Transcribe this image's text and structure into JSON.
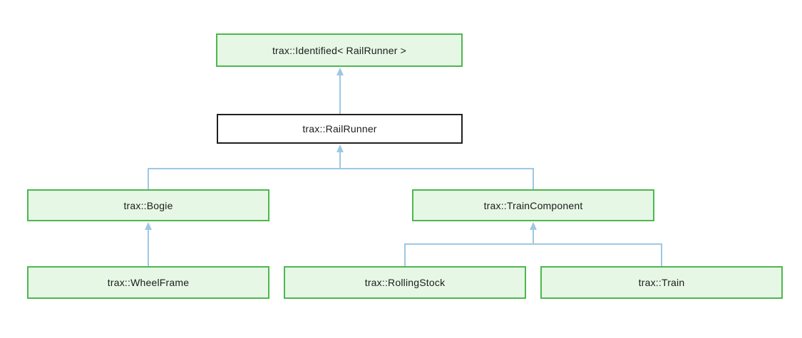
{
  "diagram": {
    "kind": "class-inheritance-graph",
    "nodes": [
      {
        "id": "identified",
        "label": "trax::Identified< RailRunner >",
        "style": "green"
      },
      {
        "id": "railrunner",
        "label": "trax::RailRunner",
        "style": "current"
      },
      {
        "id": "bogie",
        "label": "trax::Bogie",
        "style": "green"
      },
      {
        "id": "traincomponent",
        "label": "trax::TrainComponent",
        "style": "green"
      },
      {
        "id": "wheelframe",
        "label": "trax::WheelFrame",
        "style": "green"
      },
      {
        "id": "rollingstock",
        "label": "trax::RollingStock",
        "style": "green"
      },
      {
        "id": "train",
        "label": "trax::Train",
        "style": "green"
      }
    ],
    "edges": [
      {
        "from": "railrunner",
        "to": "identified",
        "type": "inheritance"
      },
      {
        "from": "bogie",
        "to": "railrunner",
        "type": "inheritance"
      },
      {
        "from": "traincomponent",
        "to": "railrunner",
        "type": "inheritance"
      },
      {
        "from": "wheelframe",
        "to": "bogie",
        "type": "inheritance"
      },
      {
        "from": "rollingstock",
        "to": "traincomponent",
        "type": "inheritance"
      },
      {
        "from": "train",
        "to": "traincomponent",
        "type": "inheritance"
      }
    ]
  },
  "colors": {
    "background": "#ffffff",
    "node_fill_green": "#e6f7e6",
    "node_border_green": "#4cb84c",
    "node_fill_white": "#ffffff",
    "node_border_black": "#1f1f1f",
    "edge_blue": "#9ec7e4",
    "text": "#1c1c1c"
  }
}
